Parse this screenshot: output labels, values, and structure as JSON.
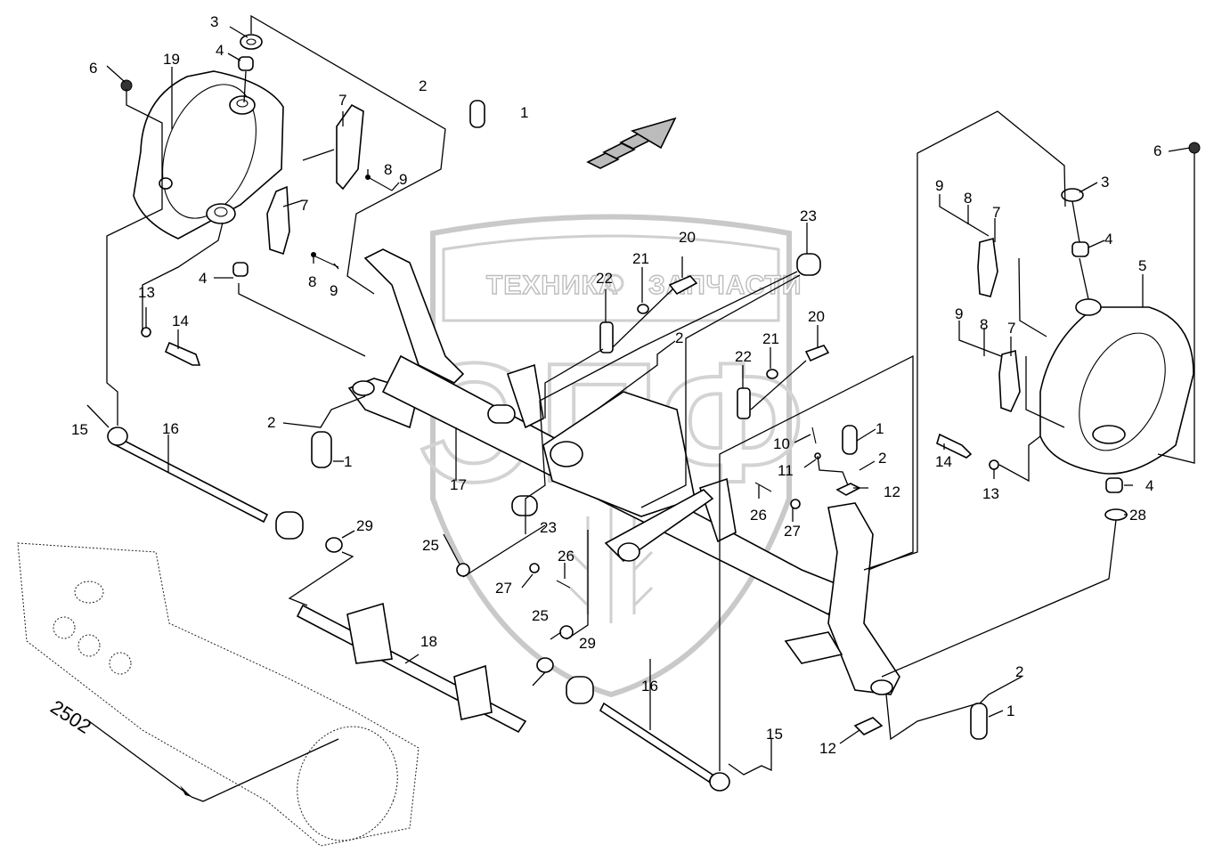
{
  "watermark": {
    "left_text": "ТЕХНИКА",
    "right_text": "ЗАПЧАСТИ",
    "logo_letters": "ЭПФ"
  },
  "direction_arrow": {
    "meaning": "travel direction"
  },
  "reference": {
    "label": "2502"
  },
  "callouts": [
    {
      "id": "c1",
      "text": "3"
    },
    {
      "id": "c2",
      "text": "4"
    },
    {
      "id": "c3",
      "text": "19"
    },
    {
      "id": "c4",
      "text": "6"
    },
    {
      "id": "c5",
      "text": "7"
    },
    {
      "id": "c6",
      "text": "8"
    },
    {
      "id": "c7",
      "text": "9"
    },
    {
      "id": "c8",
      "text": "7"
    },
    {
      "id": "c9",
      "text": "8"
    },
    {
      "id": "c10",
      "text": "9"
    },
    {
      "id": "c11",
      "text": "4"
    },
    {
      "id": "c12",
      "text": "13"
    },
    {
      "id": "c13",
      "text": "14"
    },
    {
      "id": "c14",
      "text": "2"
    },
    {
      "id": "c15",
      "text": "1"
    },
    {
      "id": "c16",
      "text": "15"
    },
    {
      "id": "c17",
      "text": "16"
    },
    {
      "id": "c18",
      "text": "2"
    },
    {
      "id": "c19",
      "text": "1"
    },
    {
      "id": "c20",
      "text": "17"
    },
    {
      "id": "c21",
      "text": "29"
    },
    {
      "id": "c22",
      "text": "22"
    },
    {
      "id": "c23",
      "text": "21"
    },
    {
      "id": "c24",
      "text": "20"
    },
    {
      "id": "c25",
      "text": "23"
    },
    {
      "id": "c26",
      "text": "2"
    },
    {
      "id": "c27",
      "text": "20"
    },
    {
      "id": "c28",
      "text": "21"
    },
    {
      "id": "c29",
      "text": "22"
    },
    {
      "id": "c30",
      "text": "23"
    },
    {
      "id": "c31",
      "text": "25"
    },
    {
      "id": "c32",
      "text": "26"
    },
    {
      "id": "c33",
      "text": "27"
    },
    {
      "id": "c34",
      "text": "25"
    },
    {
      "id": "c35",
      "text": "29"
    },
    {
      "id": "c36",
      "text": "18"
    },
    {
      "id": "c37",
      "text": "16"
    },
    {
      "id": "c38",
      "text": "15"
    },
    {
      "id": "c39",
      "text": "10"
    },
    {
      "id": "c40",
      "text": "11"
    },
    {
      "id": "c41",
      "text": "1"
    },
    {
      "id": "c42",
      "text": "2"
    },
    {
      "id": "c43",
      "text": "12"
    },
    {
      "id": "c44",
      "text": "26"
    },
    {
      "id": "c45",
      "text": "27"
    },
    {
      "id": "c46",
      "text": "12"
    },
    {
      "id": "c47",
      "text": "2"
    },
    {
      "id": "c48",
      "text": "1"
    },
    {
      "id": "c49",
      "text": "6"
    },
    {
      "id": "c50",
      "text": "3"
    },
    {
      "id": "c51",
      "text": "9"
    },
    {
      "id": "c52",
      "text": "8"
    },
    {
      "id": "c53",
      "text": "7"
    },
    {
      "id": "c54",
      "text": "4"
    },
    {
      "id": "c55",
      "text": "5"
    },
    {
      "id": "c56",
      "text": "9"
    },
    {
      "id": "c57",
      "text": "8"
    },
    {
      "id": "c58",
      "text": "7"
    },
    {
      "id": "c59",
      "text": "14"
    },
    {
      "id": "c60",
      "text": "13"
    },
    {
      "id": "c61",
      "text": "4"
    },
    {
      "id": "c62",
      "text": "28"
    }
  ]
}
